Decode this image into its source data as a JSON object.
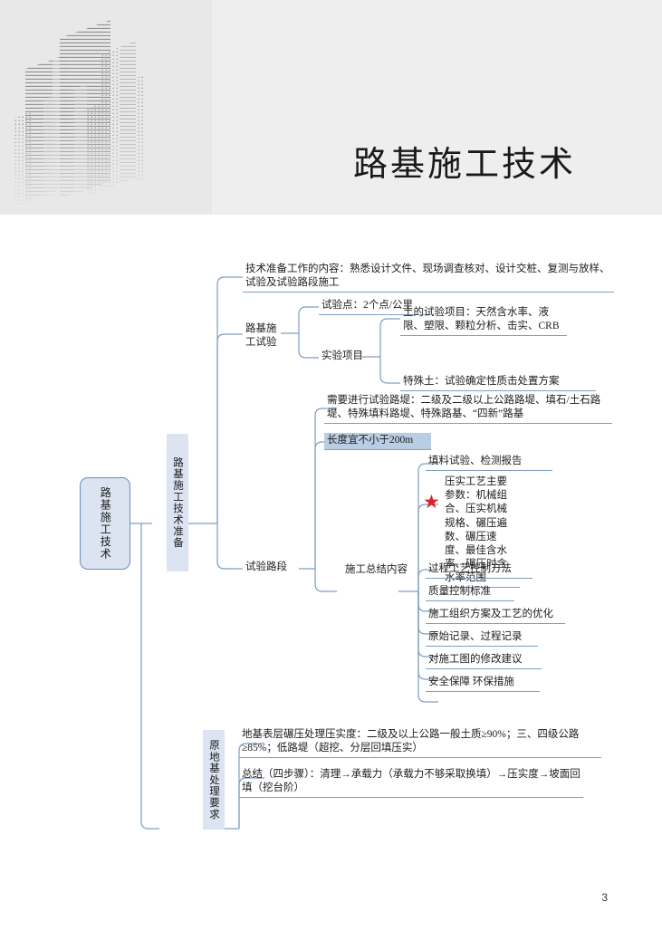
{
  "header": {
    "title": "路基施工技术",
    "logo_icon": "city-skyline-illustration"
  },
  "page": {
    "number": "3"
  },
  "colors": {
    "header_bg": "#eeeeee",
    "node_fill": "#dbe4f0",
    "node_border": "#6b8db8",
    "connector": "#7f9dc4",
    "highlight": "#b9cde4",
    "star": "#d7232e",
    "text": "#1c1c1c"
  },
  "mindmap": {
    "root": {
      "label": "路基施工技术"
    },
    "branches": [
      {
        "label": "路基施工技术准备",
        "children": [
          {
            "label": "技术准备工作的内容：熟悉设计文件、现场调查核对、设计交桩、复测与放样、试验及试验路段施工"
          },
          {
            "label": "路基施工试验",
            "children": [
              {
                "label": "试验点：2个点/公里"
              },
              {
                "label": "实验项目",
                "children": [
                  {
                    "label": "土的试验项目：天然含水率、液限、塑限、颗粒分析、击实、CRB"
                  },
                  {
                    "label": "特殊土：试验确定性质击处置方案"
                  }
                ]
              }
            ]
          },
          {
            "label": "试验路段",
            "children": [
              {
                "label": "需要进行试验路堤：二级及二级以上公路路堤、填石/土石路堤、特殊填料路堤、特殊路基、“四新”路基"
              },
              {
                "label": "长度宜不小于200m",
                "highlight": true
              },
              {
                "label": "施工总结内容",
                "children": [
                  {
                    "label": "填料试验、检测报告"
                  },
                  {
                    "label": "压实工艺主要参数：机械组合、压实机械规格、碾压遍数、碾压速度、最佳含水率、碾压时含水率范围",
                    "star": true
                  },
                  {
                    "label": "过程工艺控制方法"
                  },
                  {
                    "label": "质量控制标准"
                  },
                  {
                    "label": "施工组织方案及工艺的优化"
                  },
                  {
                    "label": "原始记录、过程记录"
                  },
                  {
                    "label": "对施工图的修改建议"
                  },
                  {
                    "label": "安全保障 环保措施"
                  }
                ]
              }
            ]
          }
        ]
      },
      {
        "label": "原地基处理要求",
        "children": [
          {
            "label": "地基表层碾压处理压实度：二级及以上公路一般土质≥90%；三、四级公路≥85%；低路堤（超挖、分层回填压实）"
          },
          {
            "label": "总结（四步骤）：清理→承载力（承载力不够采取换填）→压实度→坡面回填（挖台阶）"
          }
        ]
      }
    ]
  }
}
